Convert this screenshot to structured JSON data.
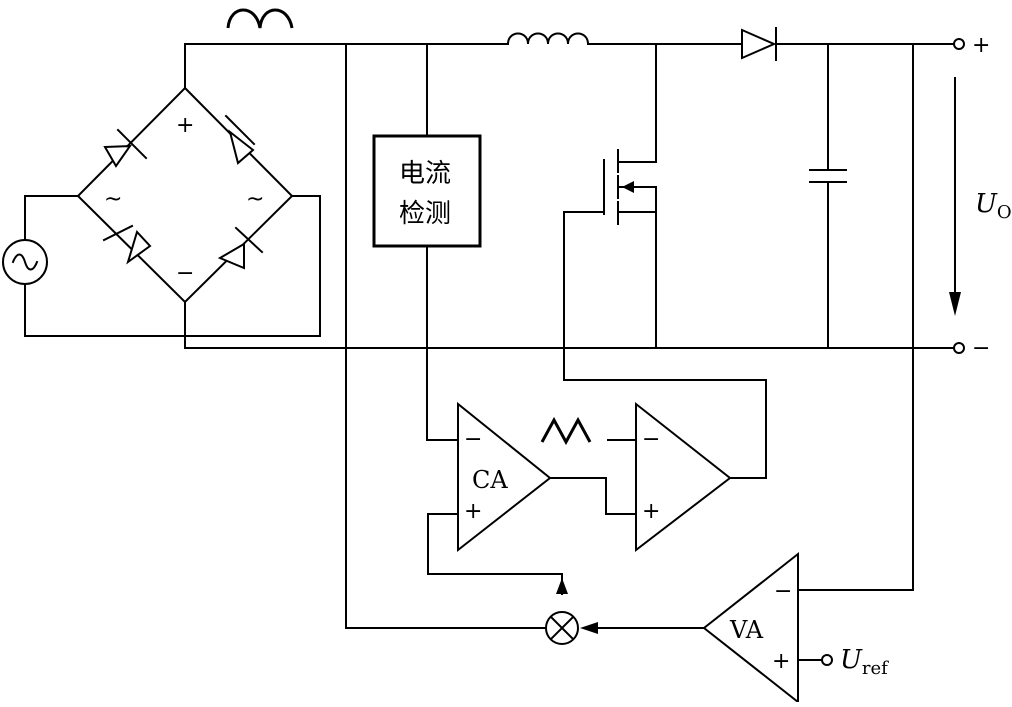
{
  "labels": {
    "current_detect_line1": "电流",
    "current_detect_line2": "检测",
    "ca": "CA",
    "va": "VA",
    "uo_main": "U",
    "uo_sub": "O",
    "uref_main": "U",
    "uref_sub": "ref",
    "tilde": "~",
    "plus": "+",
    "minus": "−"
  },
  "icons": {
    "ac_source": "ac-source-icon",
    "bridge": "bridge-rectangifier-icon",
    "inductor": "inductor-icon",
    "diode": "diode-icon",
    "mosfet": "mosfet-icon",
    "capacitor": "capacitor-icon",
    "multiplier": "multiplier-icon",
    "opamp": "opamp-icon",
    "triangle_wave": "sawtooth-icon",
    "rectified_wave": "rectified-sine-icon"
  }
}
